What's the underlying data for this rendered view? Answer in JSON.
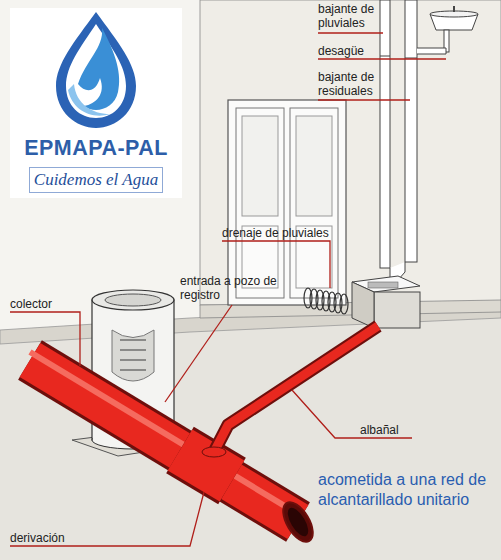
{
  "diagram": {
    "caption": "acometida a una red de alcantarillado unitario",
    "nodes": [
      {
        "text": [
          "EPMAPA-PAL",
          "Cuidemos el Agua"
        ]
      }
    ],
    "labels": [
      "bajante de pluviales",
      "desagüe",
      "bajante de residuales",
      "drenaje de pluviales",
      "entrada a pozo de registro",
      "colector",
      "albañal",
      "derivación"
    ]
  }
}
